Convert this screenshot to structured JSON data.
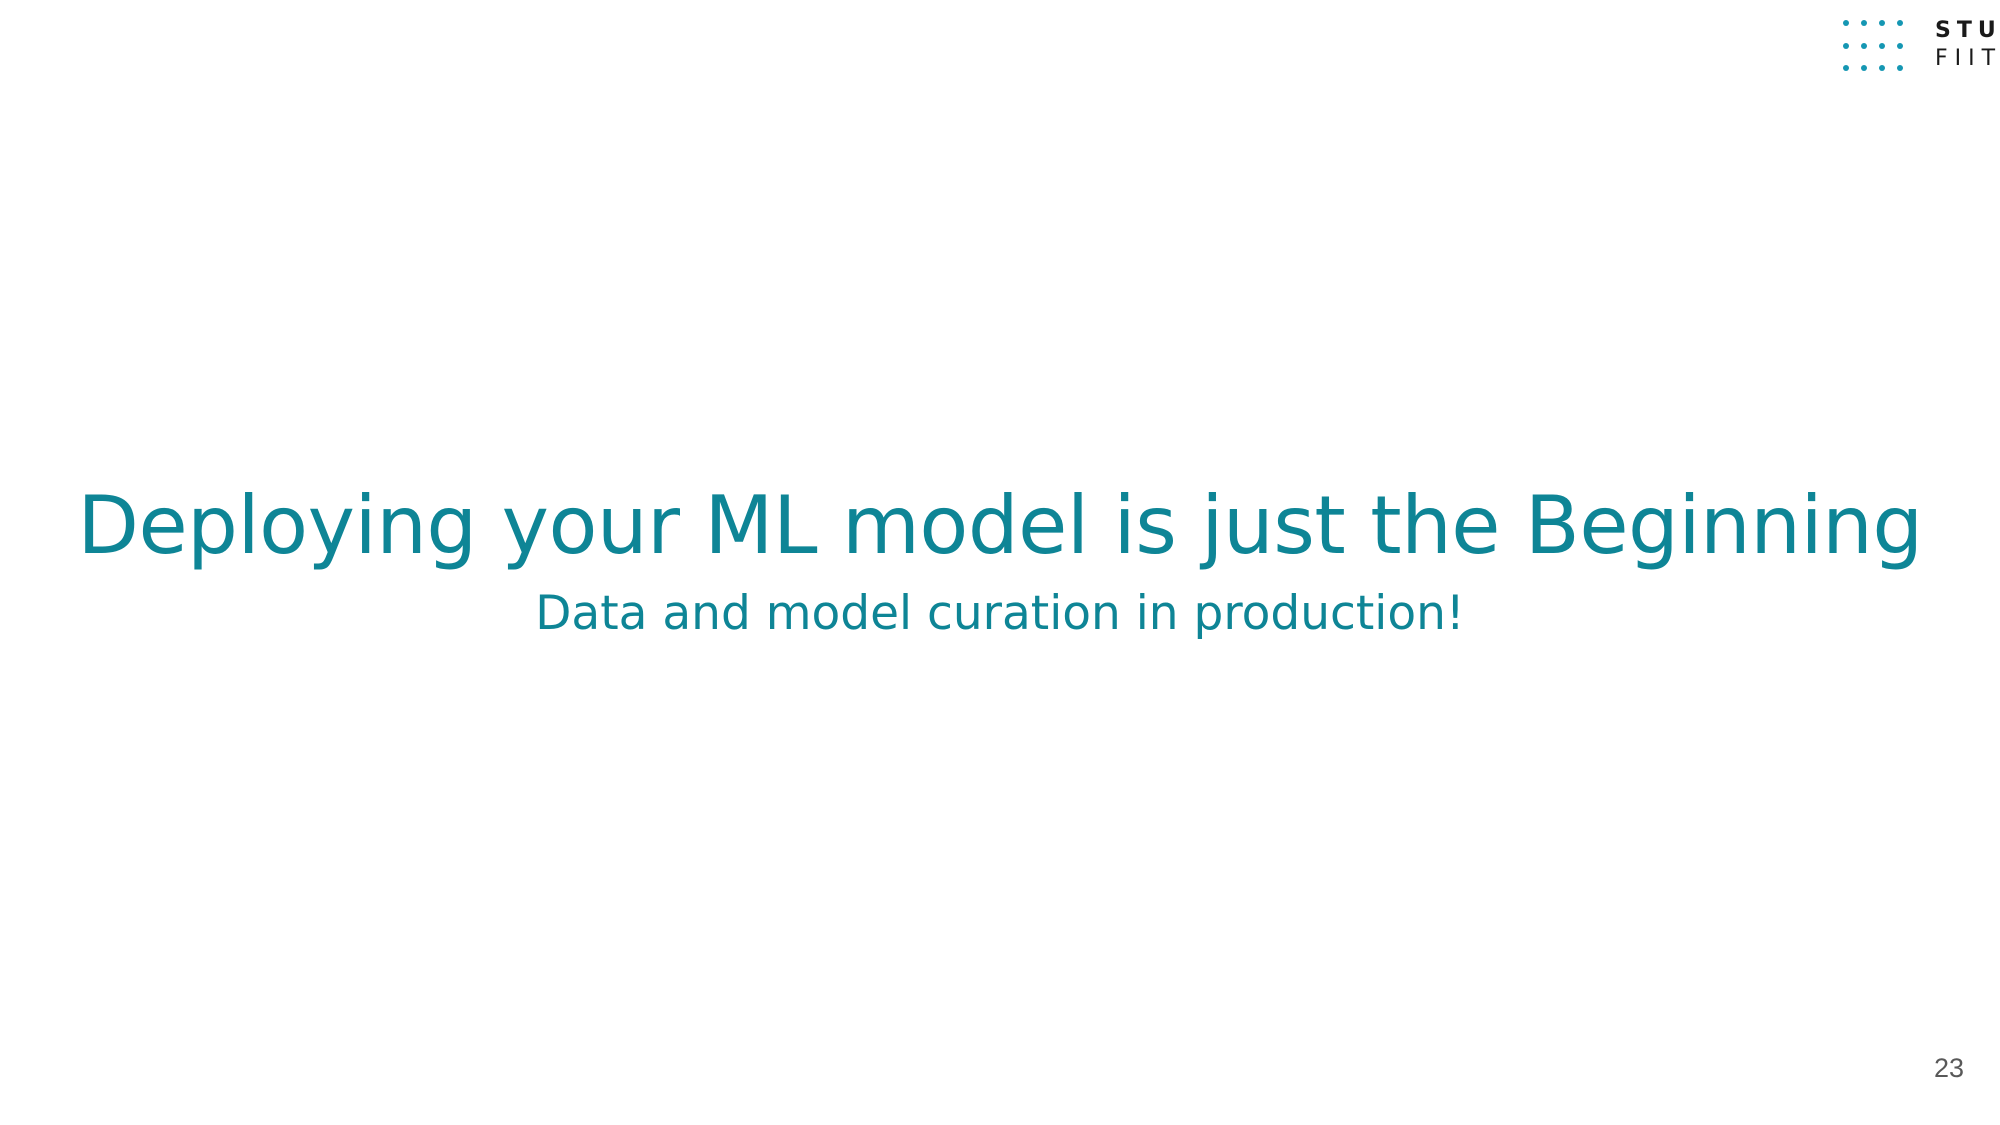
{
  "logo": {
    "line1": "STU",
    "line2": "FIIT",
    "dot_color": "#1597b3"
  },
  "slide": {
    "title": "Deploying your ML model is just the Beginning",
    "subtitle": "Data and model curation in production!",
    "page_number": "23"
  },
  "colors": {
    "accent": "#0e8596",
    "page_number": "#595959"
  }
}
